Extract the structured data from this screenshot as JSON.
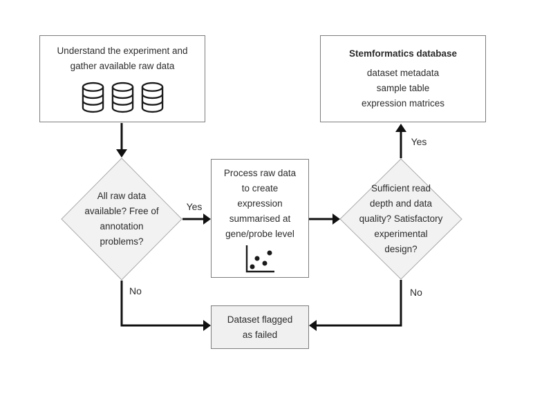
{
  "colors": {
    "text": "#2b2b2b",
    "node_border": "#7c7c7c",
    "diamond_fill": "#f2f2f2",
    "diamond_border": "#a9a9a9",
    "flag_fill": "#f0f0f0",
    "arrow": "#111111",
    "ink": "#1a1a1a",
    "background": "#ffffff"
  },
  "diagram": {
    "nodes": {
      "gather": {
        "lines": [
          "Understand the experiment and",
          "gather available raw data"
        ],
        "icon": "database-icon"
      },
      "stemformatics": {
        "title": "Stemformatics database",
        "items": [
          "dataset metadata",
          "sample table",
          "expression matrices"
        ]
      },
      "raw_check": {
        "lines": [
          "All raw data",
          "available? Free of",
          "annotation",
          "problems?"
        ]
      },
      "process": {
        "lines": [
          "Process raw data",
          "to create",
          "expression",
          "summarised at",
          "gene/probe level"
        ],
        "icon": "scatter-plot-icon"
      },
      "quality_check": {
        "lines": [
          "Sufficient read",
          "depth and data",
          "quality? Satisfactory",
          "experimental",
          "design?"
        ]
      },
      "failed": {
        "lines": [
          "Dataset flagged",
          "as failed"
        ]
      }
    },
    "edge_labels": {
      "yes_left": "Yes",
      "yes_right": "Yes",
      "no_left": "No",
      "no_right": "No"
    }
  }
}
